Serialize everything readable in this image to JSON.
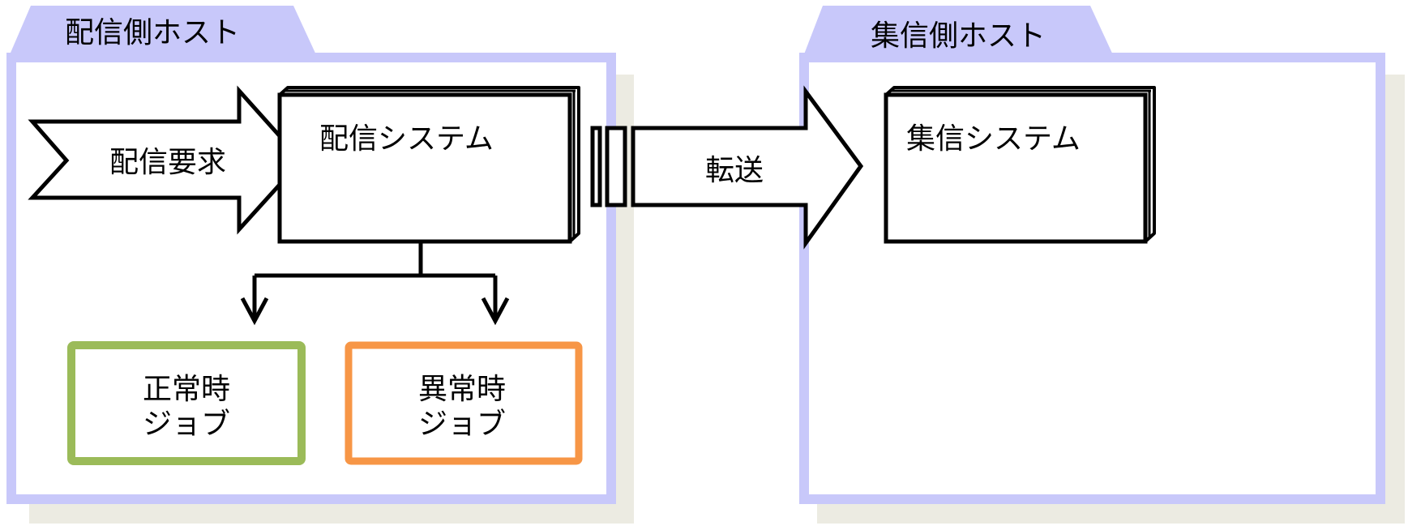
{
  "sender_host": {
    "title": "配信側ホスト"
  },
  "receiver_host": {
    "title": "集信側ホスト"
  },
  "delivery_request": {
    "label": "配信要求"
  },
  "delivery_system": {
    "label": "配信システム"
  },
  "transfer": {
    "label": "転送"
  },
  "receiver_system": {
    "label": "集信システム"
  },
  "normal_job": {
    "line1": "正常時",
    "line2": "ジョブ",
    "border_color": "#9bbb59"
  },
  "error_job": {
    "line1": "異常時",
    "line2": "ジョブ",
    "border_color": "#f79646"
  },
  "colors": {
    "host_border": "#c8c8fa",
    "host_tab": "#c8c8fa",
    "host_shadow": "#ecebe2"
  }
}
